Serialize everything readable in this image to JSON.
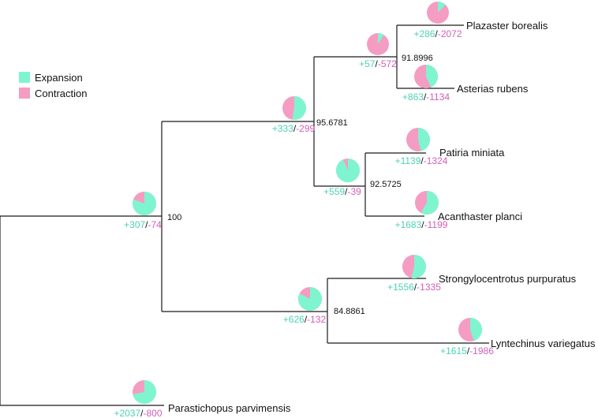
{
  "colors": {
    "expansion": "#7ff5cf",
    "contraction": "#f59cc2",
    "expansion_text": "#4fd0b4",
    "contraction_text": "#d060b8"
  },
  "legend": {
    "expansion": "Expansion",
    "contraction": "Contraction"
  },
  "taxa": {
    "plazaster": "Plazaster borealis",
    "asterias": "Asterias rubens",
    "patiria": "Patiria miniata",
    "acanthaster": "Acanthaster planci",
    "strongylocentrotus": "Strongylocentrotus purpuratus",
    "lyntechinus": "Lyntechinus variegatus",
    "parastichopus": "Parastichopus parvimensis"
  },
  "bootstrap": {
    "root_in": "100",
    "asteroid": "95.6781",
    "asteriidae": "91.8996",
    "valvatida": "92.5725",
    "echinoid": "84.8861"
  },
  "nodes": {
    "plazaster": {
      "expansion": 286,
      "contraction": 2072,
      "exp_label": "+286",
      "con_label": "-2072"
    },
    "asterias": {
      "expansion": 863,
      "contraction": 1134,
      "exp_label": "+863",
      "con_label": "-1134"
    },
    "asteriidae": {
      "expansion": 57,
      "contraction": 572,
      "exp_label": "+57",
      "con_label": "-572"
    },
    "patiria": {
      "expansion": 1139,
      "contraction": 1324,
      "exp_label": "+1139",
      "con_label": "-1324"
    },
    "acanthaster": {
      "expansion": 1683,
      "contraction": 1199,
      "exp_label": "+1683",
      "con_label": "-1199"
    },
    "valvatida": {
      "expansion": 559,
      "contraction": 39,
      "exp_label": "+559",
      "con_label": "-39"
    },
    "asteroid": {
      "expansion": 333,
      "contraction": 299,
      "exp_label": "+333",
      "con_label": "-299"
    },
    "strongylocentrotus": {
      "expansion": 1556,
      "contraction": 1335,
      "exp_label": "+1556",
      "con_label": "-1335"
    },
    "lyntechinus": {
      "expansion": 1615,
      "contraction": 1986,
      "exp_label": "+1615",
      "con_label": "-1986"
    },
    "echinoid": {
      "expansion": 626,
      "contraction": 132,
      "exp_label": "+626",
      "con_label": "-132"
    },
    "root_in": {
      "expansion": 307,
      "contraction": 74,
      "exp_label": "+307",
      "con_label": "-74"
    },
    "parastichopus": {
      "expansion": 2037,
      "contraction": 800,
      "exp_label": "+2037",
      "con_label": "-800"
    }
  },
  "sep": "/"
}
